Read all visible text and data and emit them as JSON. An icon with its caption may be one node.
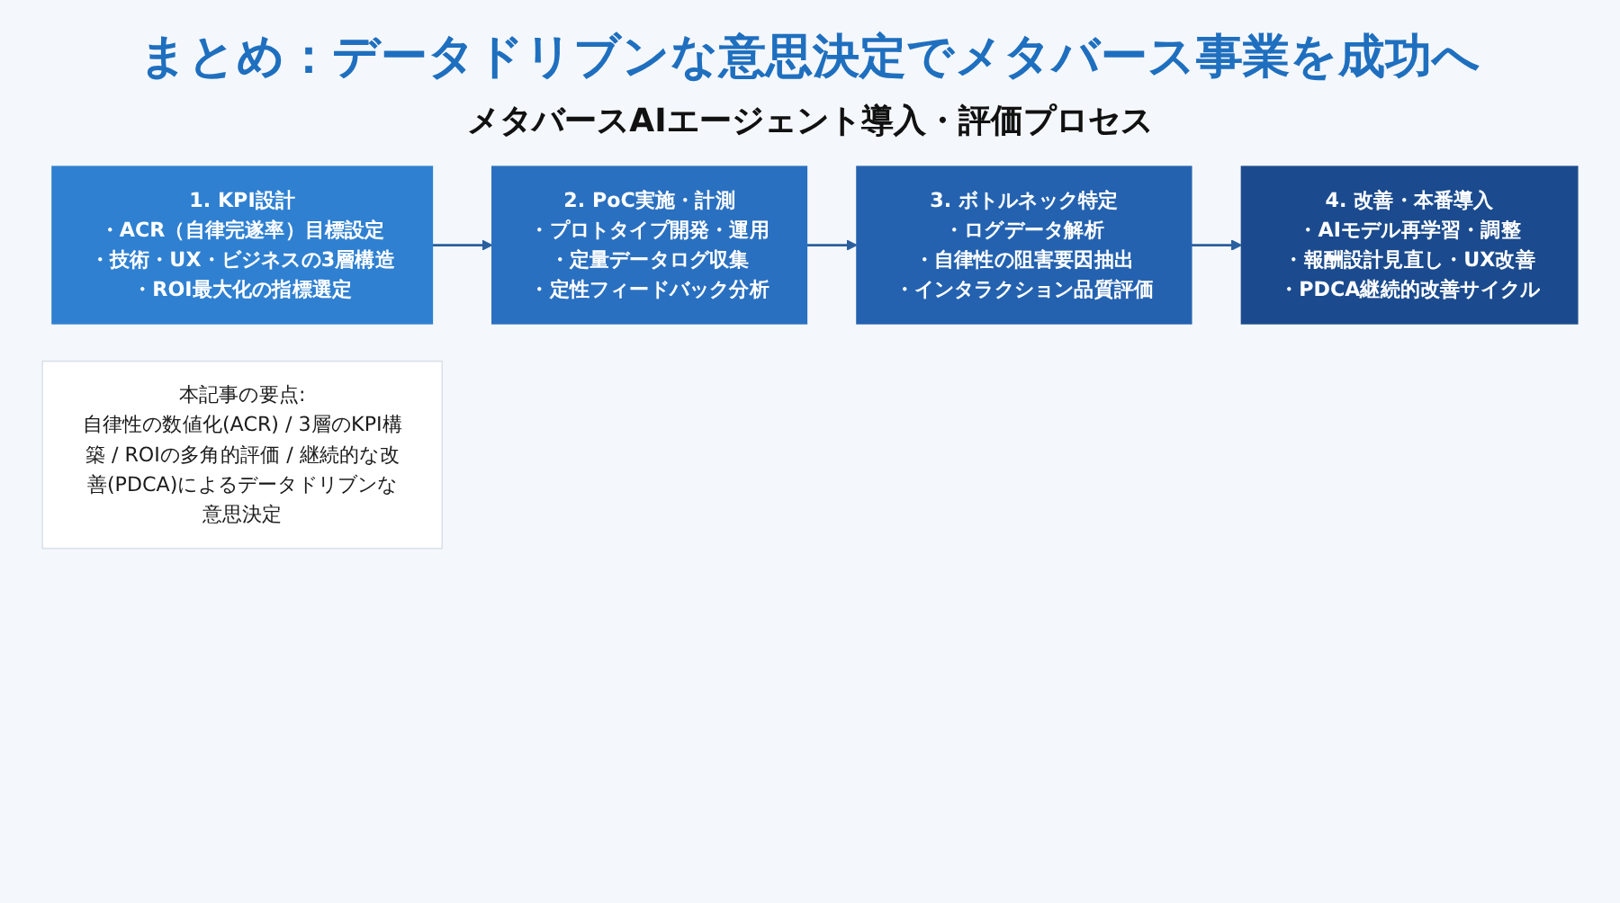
{
  "diagram": {
    "title": "まとめ：データドリブンな意思決定でメタバース事業を成功へ",
    "nodes": [
      {
        "text": [
          "1. KPI設計",
          "・ACR（自律完遂率）目標設定",
          "・技術・UX・ビジネスの3層構造",
          "・ROI最大化の指標選定"
        ]
      },
      {
        "text": [
          "2. PoC実施・計測",
          "・プロトタイプ開発・運用",
          "・定量データログ収集",
          "・定性フィードバック分析"
        ]
      },
      {
        "text": [
          "3. ボトルネック特定",
          "・ログデータ解析",
          "・自律性の阻害要因抽出",
          "・インタラクション品質評価"
        ]
      },
      {
        "text": [
          "4. 改善・本番導入",
          "・AIモデル再学習・調整",
          "・報酬設計見直し・UX改善",
          "・PDCA継続的改善サイクル"
        ]
      },
      {
        "text": [
          "本記事の要点:",
          "自律性の数値化(ACR) / 3層のKPI構築 / ROIの多角的評価 / 継続的な改善(PDCA)によるデータドリブンな意思決定"
        ]
      }
    ],
    "edges": [
      {
        "from": 0,
        "to": 1,
        "arrow": "to"
      },
      {
        "from": 1,
        "to": 2,
        "arrow": "to"
      },
      {
        "from": 2,
        "to": 3,
        "arrow": "to"
      }
    ],
    "labels": [
      "メタバースAIエージェント導入・評価プロセス"
    ]
  }
}
